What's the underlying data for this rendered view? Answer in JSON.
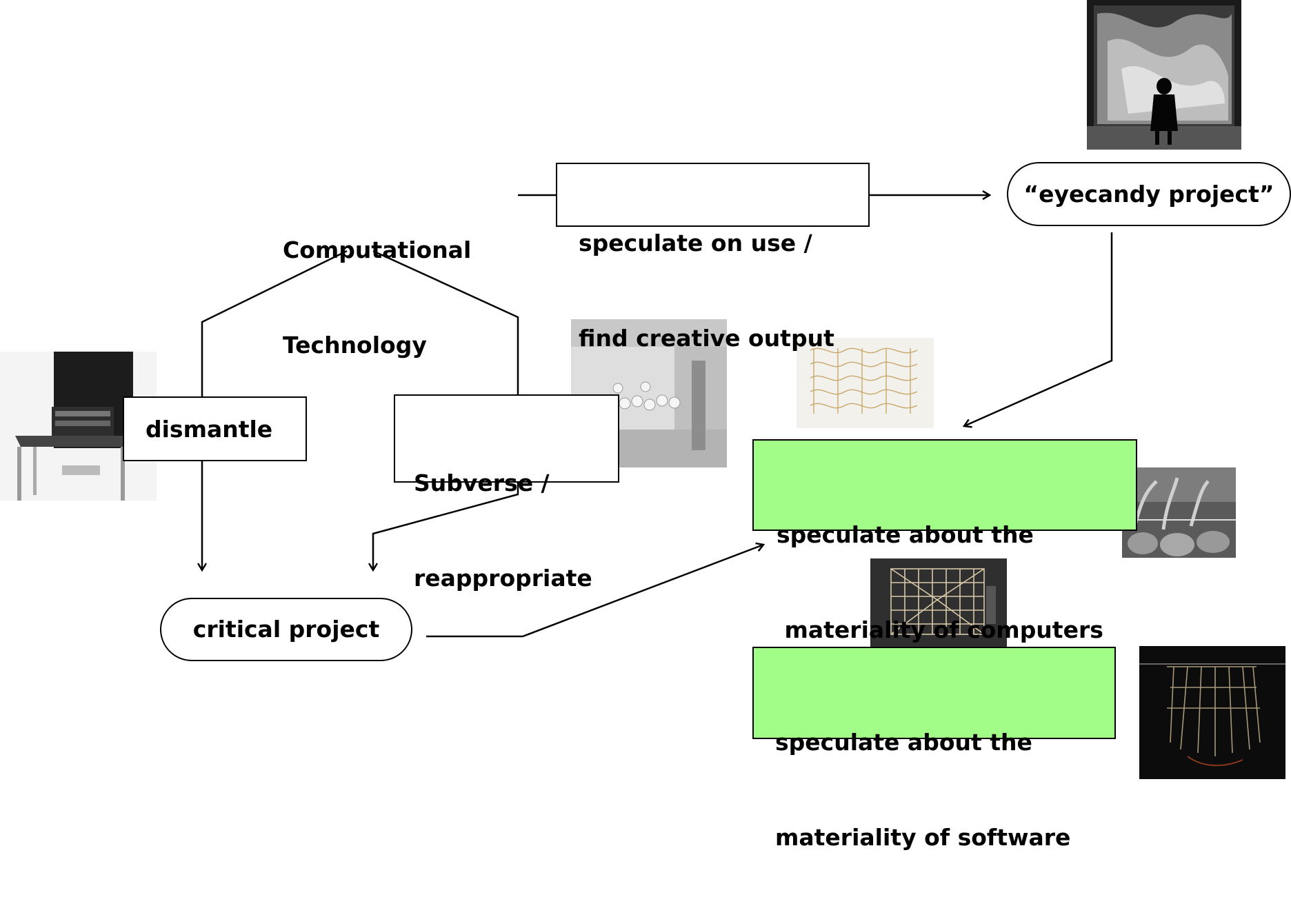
{
  "nodes": {
    "start": {
      "line1": "Computational",
      "line2": "Technology"
    },
    "speculate_use": {
      "line1": "speculate on use /",
      "line2": "find creative output"
    },
    "eyecandy": {
      "label": "“eyecandy project”"
    },
    "dismantle": {
      "label": "dismantle"
    },
    "subverse": {
      "line1": "Subverse /",
      "line2": "reappropriate"
    },
    "critical": {
      "label": "critical project"
    },
    "materiality_computers": {
      "line1": "speculate about the",
      "line2": " materiality of computers"
    },
    "materiality_software": {
      "line1": "speculate about the",
      "line2": "materiality of software"
    }
  },
  "colors": {
    "highlight": "#a1fd88",
    "stroke": "#000000"
  }
}
